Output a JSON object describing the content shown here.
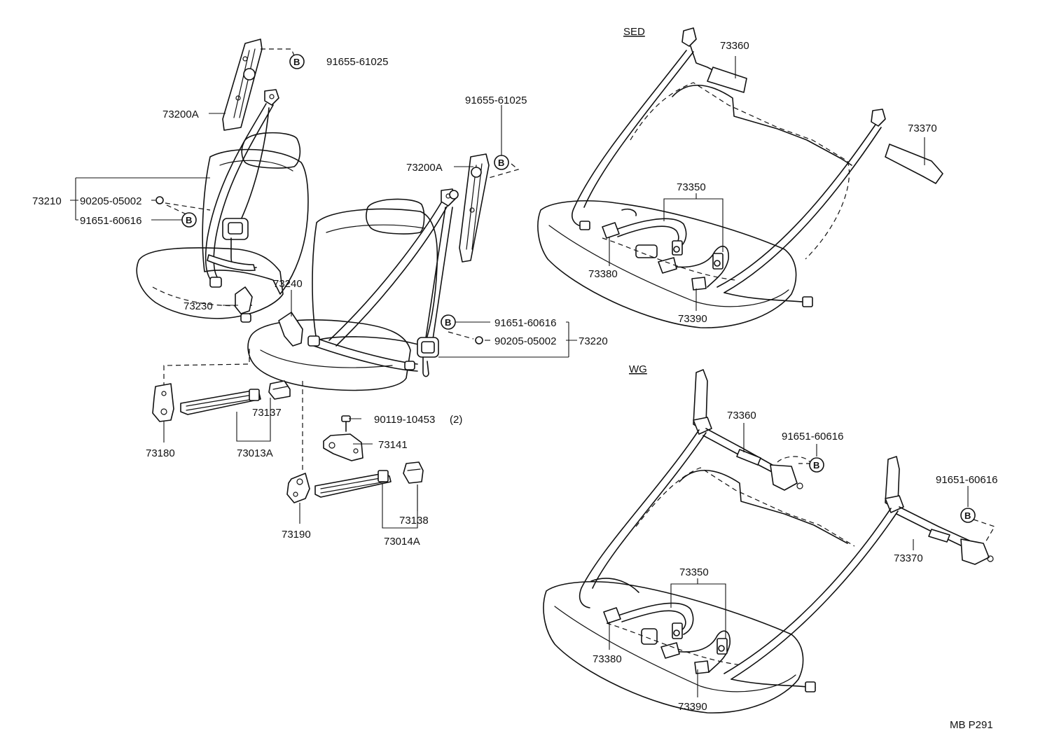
{
  "sections": {
    "sedan": "SED",
    "wagon": "WG"
  },
  "bolt_marker": "B",
  "drawing_code": "MB P291",
  "front": {
    "left_anchor_cover": "73200A",
    "left_cover_bolt": "91655-61025",
    "right_anchor_cover": "73200A",
    "right_cover_bolt": "91655-61025",
    "left_outer_belt": "73210",
    "left_nut": "90205-05002",
    "left_bolt": "91651-60616",
    "right_inner_buckle_l": "73230",
    "right_inner_buckle_r": "73240",
    "right_outer_belt": "73220",
    "right_bolt": "91651-60616",
    "right_nut": "90205-05002"
  },
  "lower": {
    "lh_bracket": "73180",
    "lh_slide_cover": "73137",
    "lh_adjuster": "73013A",
    "screw": "90119-10453",
    "screw_qty": "(2)",
    "adjuster_bracket": "73141",
    "rh_bracket": "73190",
    "rh_adjuster": "73014A",
    "rh_slide_cover": "73138"
  },
  "sedan": {
    "rear_outer_left": "73360",
    "rear_outer_right": "73370",
    "center_buckle": "73350",
    "rear_buckle_left": "73380",
    "rear_buckle_right": "73390"
  },
  "wagon": {
    "rear_outer_left": "73360",
    "left_bolt": "91651-60616",
    "rear_outer_right": "73370",
    "right_bolt": "91651-60616",
    "center_buckle": "73350",
    "rear_buckle_left": "73380",
    "rear_buckle_right": "73390"
  }
}
